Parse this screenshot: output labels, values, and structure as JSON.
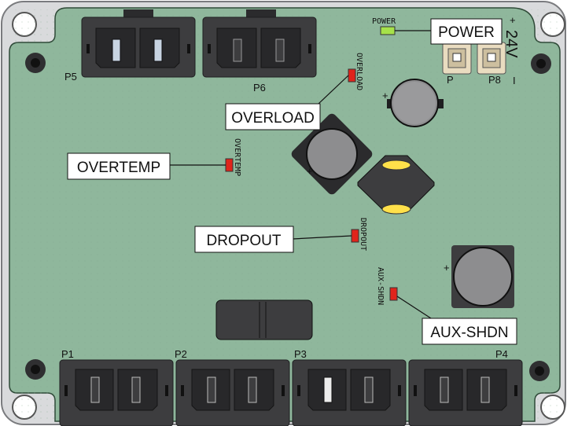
{
  "board": {
    "colors": {
      "plate": "#d9dadc",
      "pcb": "#8fb79c",
      "connector": "#3d3d3f",
      "led_red": "#e0241b",
      "led_green": "#a6e24a"
    },
    "connector_labels": {
      "p1": "P1",
      "p2": "P2",
      "p3": "P3",
      "p4": "P4",
      "p5": "P5",
      "p6": "P6",
      "p7": "P",
      "p8": "P8"
    },
    "silkscreen": {
      "power": "POWER",
      "overload": "OVERLOAD",
      "overtemp": "OVERTEMP",
      "dropout": "DROPOUT",
      "aux_shdn": "AUX-SHDN",
      "voltage": "24V",
      "plus": "+",
      "minus": "I"
    }
  },
  "callouts": {
    "power": "POWER",
    "overload": "OVERLOAD",
    "overtemp": "OVERTEMP",
    "dropout": "DROPOUT",
    "aux_shdn": "AUX-SHDN"
  }
}
